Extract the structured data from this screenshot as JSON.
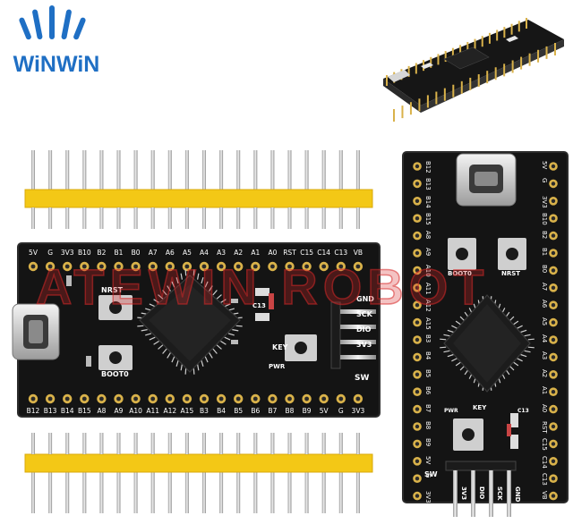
{
  "brand": {
    "name": "WinWin",
    "logo_text": "WiNWiN",
    "colors": {
      "logo": "#1f6fc4",
      "pcb": "#141414",
      "pin_gold": "#d9b24a",
      "header_yellow": "#f3c816",
      "watermark": "#d72828"
    }
  },
  "watermark": "ATEWIN ROBOT",
  "board_front": {
    "top_pins": [
      "5V",
      "G",
      "3V3",
      "B10",
      "B2",
      "B1",
      "B0",
      "A7",
      "A6",
      "A5",
      "A4",
      "A3",
      "A2",
      "A1",
      "A0",
      "RST",
      "C15",
      "C14",
      "C13",
      "VB"
    ],
    "bottom_pins": [
      "B12",
      "B13",
      "B14",
      "B15",
      "A8",
      "A9",
      "A10",
      "A11",
      "A12",
      "A15",
      "B3",
      "B4",
      "B5",
      "B6",
      "B7",
      "B8",
      "B9",
      "5V",
      "G",
      "3V3"
    ],
    "button_nrst": "NRST",
    "button_boot0": "BOOT0",
    "button_key": "KEY",
    "led_c13": "C13",
    "led_pwr": "PWR",
    "swd_pins": [
      "GND",
      "SCK",
      "DIO",
      "3V3"
    ],
    "swd_label": "SW"
  },
  "board_vertical": {
    "left_pins": [
      "B12",
      "B13",
      "B14",
      "B15",
      "A8",
      "A9",
      "A10",
      "A11",
      "A12",
      "A15",
      "B3",
      "B4",
      "B5",
      "B6",
      "B7",
      "B8",
      "B9",
      "5V",
      "G",
      "3V3"
    ],
    "right_pins": [
      "5V",
      "G",
      "3V3",
      "B10",
      "B2",
      "B1",
      "B0",
      "A7",
      "A6",
      "A5",
      "A4",
      "A3",
      "A2",
      "A1",
      "A0",
      "RST",
      "C15",
      "C14",
      "C13",
      "VB"
    ],
    "button_boot0": "BOOT0",
    "button_nrst": "NRST",
    "button_key": "KEY",
    "led_pwr": "PWR",
    "led_c13": "C13",
    "swd_label": "SW",
    "swd_pins": [
      "3V3",
      "DIO",
      "SCK",
      "GND"
    ]
  }
}
